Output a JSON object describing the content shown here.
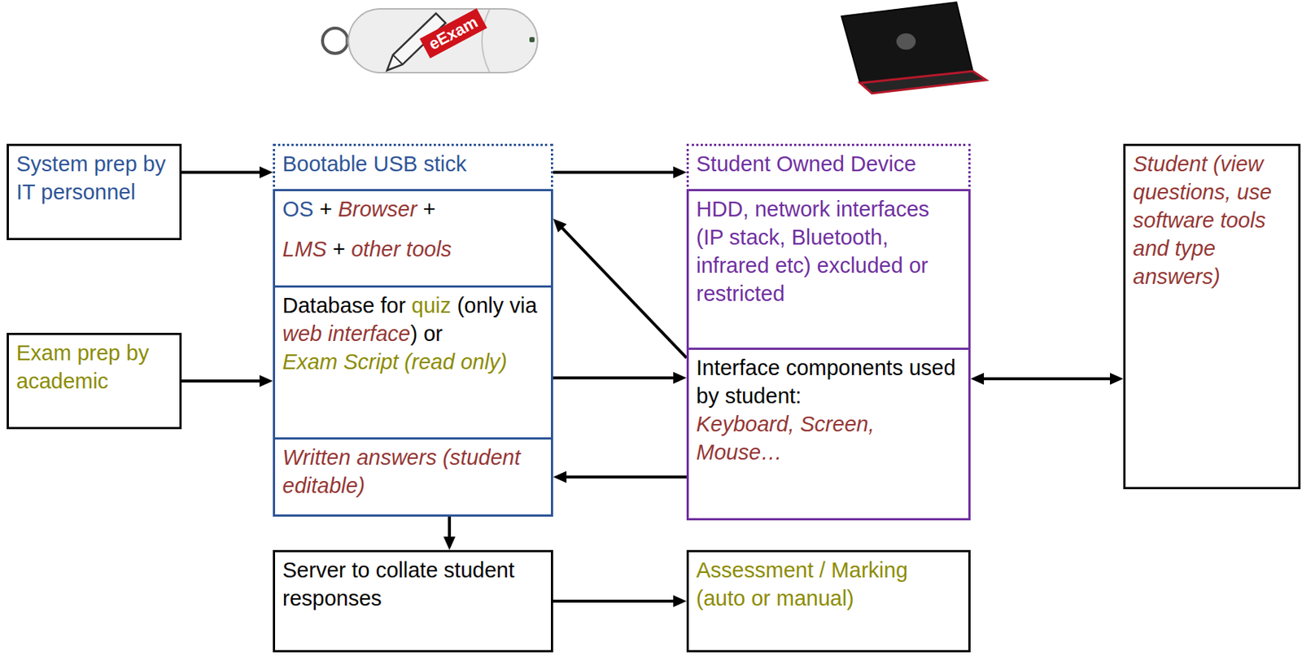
{
  "diagram": {
    "nodes": [
      {
        "text": [
          "System prep by IT personnel"
        ]
      },
      {
        "text": [
          "Bootable USB stick"
        ]
      },
      {
        "text": [
          "OS",
          "+",
          "Browser",
          "+",
          "LMS",
          "+",
          "other tools"
        ]
      },
      {
        "text": [
          "Database for",
          "quiz",
          "(only via",
          "web interface",
          ") or",
          "Exam Script (read only)"
        ]
      },
      {
        "text": [
          "Written answers (student editable)"
        ]
      },
      {
        "text": [
          "Student Owned Device"
        ]
      },
      {
        "text": [
          "HDD, network interfaces (IP stack, Bluetooth, infrared etc) excluded or restricted"
        ]
      },
      {
        "text": [
          "Interface components used by student:",
          "Keyboard, Screen, Mouse…"
        ]
      },
      {
        "text": [
          "Exam prep by academic"
        ]
      },
      {
        "text": [
          "Student (view questions, use software tools and type answers)"
        ]
      },
      {
        "text": [
          "Server to collate student responses"
        ]
      },
      {
        "text": [
          "Assessment / Marking (auto or manual)"
        ]
      }
    ],
    "edges": [
      {
        "from": 0,
        "to": 1,
        "arrow": "to"
      },
      {
        "from": 1,
        "to": 5,
        "arrow": "to"
      },
      {
        "from": 2,
        "to": 3,
        "arrow": "to"
      },
      {
        "from": 8,
        "to": 3,
        "arrow": "to"
      },
      {
        "from": 3,
        "to": 7,
        "arrow": "to"
      },
      {
        "from": 7,
        "to": 2,
        "arrow": "to"
      },
      {
        "from": 7,
        "to": 4,
        "arrow": "to"
      },
      {
        "from": 7,
        "to": 9,
        "arrow": "both"
      },
      {
        "from": 4,
        "to": 10,
        "arrow": "to"
      },
      {
        "from": 10,
        "to": 11,
        "arrow": "to"
      }
    ],
    "labels": [
      "eExam"
    ]
  }
}
